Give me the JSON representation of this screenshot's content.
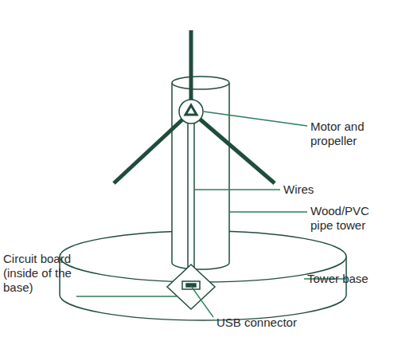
{
  "diagram": {
    "labels": [
      "Motor and propeller",
      "Wires",
      "Wood/PVC pipe tower",
      "Circuit board (inside of the base)",
      "Tower base",
      "USB connector"
    ]
  }
}
